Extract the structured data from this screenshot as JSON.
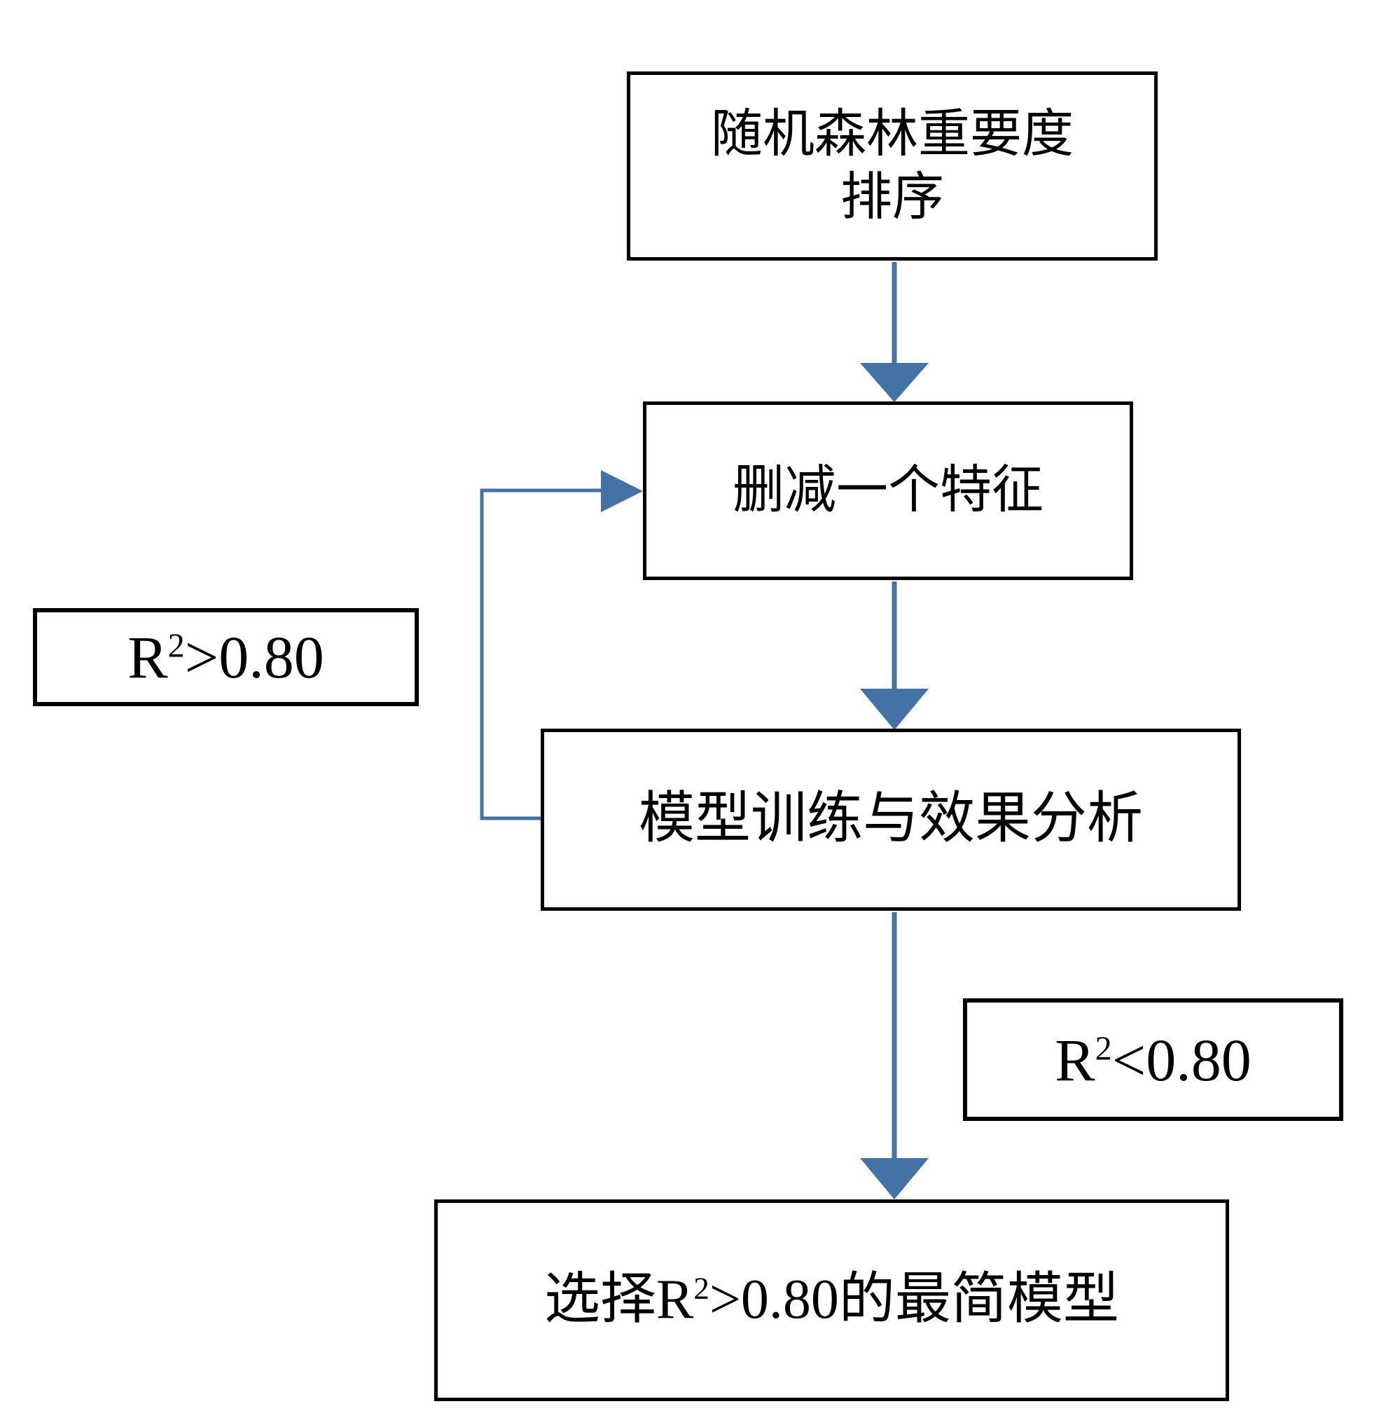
{
  "diagram": {
    "title_text": "",
    "background_color": "#ffffff",
    "node_border_color": "#000000",
    "connector_color": "#4472a4",
    "text_color": "#000000",
    "nodes": [
      {
        "id": "rf-importance",
        "label": "随机森林重要度\n排序",
        "shape": "rectangle"
      },
      {
        "id": "remove-feature",
        "label": "删减一个特征",
        "shape": "rectangle"
      },
      {
        "id": "train-eval",
        "label": "模型训练与效果分析",
        "shape": "rectangle"
      },
      {
        "id": "select-model",
        "label": "选择R2>0.80的最简模型",
        "shape": "rectangle",
        "parts": {
          "prefix": "选择R",
          "superscript": "2",
          "suffix": ">0.80的最简模型"
        }
      }
    ],
    "condition_labels": [
      {
        "id": "r2-greater",
        "base": "R",
        "superscript": "2",
        "comparison": ">0.80",
        "full_text": "R2>0.80"
      },
      {
        "id": "r2-less",
        "base": "R",
        "superscript": "2",
        "comparison": "<0.80",
        "full_text": "R2<0.80"
      }
    ],
    "connectors": [
      {
        "id": "rf-to-remove",
        "from": "rf-importance",
        "to": "remove-feature",
        "style": "straight-down",
        "arrowhead": "filled-triangle"
      },
      {
        "id": "remove-to-train",
        "from": "remove-feature",
        "to": "train-eval",
        "style": "straight-down",
        "arrowhead": "filled-triangle"
      },
      {
        "id": "train-to-remove-loop",
        "from": "train-eval",
        "to": "remove-feature",
        "style": "elbow-left-up",
        "arrowhead": "filled-triangle"
      },
      {
        "id": "train-to-select",
        "from": "train-eval",
        "to": "select-model",
        "style": "straight-down",
        "arrowhead": "filled-triangle"
      }
    ]
  }
}
